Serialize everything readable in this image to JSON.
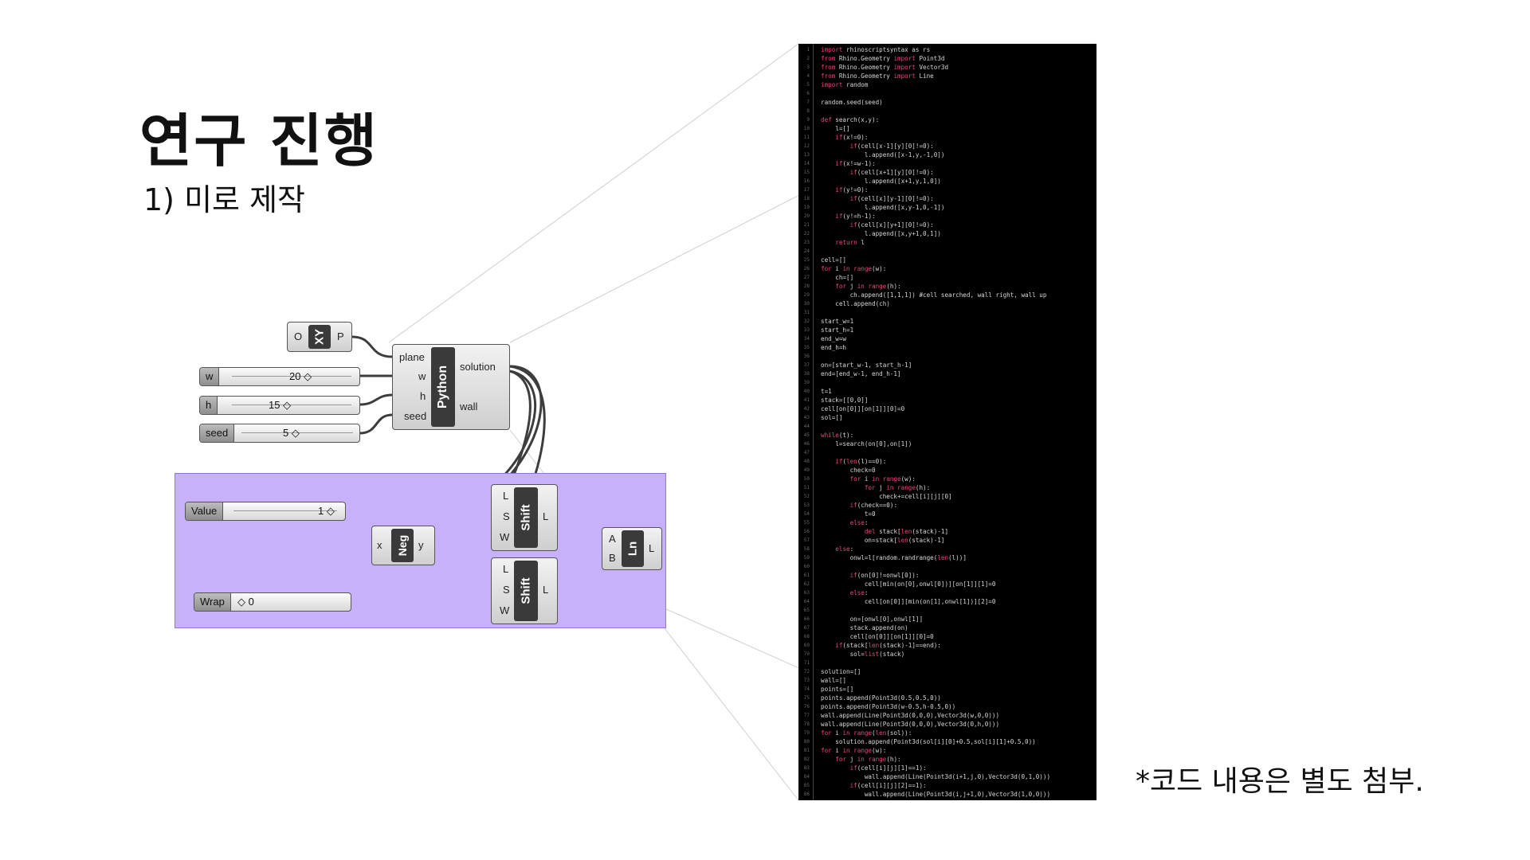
{
  "title": "연구 진행",
  "subtitle": "1) 미로 제작",
  "note": "*코드 내용은 별도 첨부.",
  "colors": {
    "group_fill": "#c6b1fa",
    "code_bg": "#000000",
    "keyword": "#e8467a",
    "code_text": "#d8d8d8"
  },
  "components": {
    "xy_plane": {
      "core": "XY",
      "input": "O",
      "output": "P"
    },
    "python": {
      "core": "Python",
      "inputs": [
        "plane",
        "w",
        "h",
        "seed"
      ],
      "outputs": [
        "solution",
        "wall"
      ]
    },
    "neg": {
      "core": "Neg",
      "input": "x",
      "output": "y"
    },
    "shift1": {
      "core": "Shift",
      "inputs": [
        "L",
        "S",
        "W"
      ],
      "output": "L"
    },
    "shift2": {
      "core": "Shift",
      "inputs": [
        "L",
        "S",
        "W"
      ],
      "output": "L"
    },
    "ln": {
      "core": "Ln",
      "inputs": [
        "A",
        "B"
      ],
      "output": "L"
    }
  },
  "sliders": {
    "w": {
      "label": "w",
      "value": "20 ◇"
    },
    "h": {
      "label": "h",
      "value": "15 ◇"
    },
    "seed": {
      "label": "seed",
      "value": "5 ◇"
    },
    "value": {
      "label": "Value",
      "value": "1 ◇"
    },
    "wrap": {
      "label": "Wrap",
      "value": "◇ 0"
    }
  },
  "code_lines": [
    "import rhinoscriptsyntax as rs",
    "from Rhino.Geometry import Point3d",
    "from Rhino.Geometry import Vector3d",
    "from Rhino.Geometry import Line",
    "import random",
    "",
    "random.seed(seed)",
    "",
    "def search(x,y):",
    "    l=[]",
    "    if(x!=0):",
    "        if(cell[x-1][y][0]!=0):",
    "            l.append([x-1,y,-1,0])",
    "    if(x!=w-1):",
    "        if(cell[x+1][y][0]!=0):",
    "            l.append([x+1,y,1,0])",
    "    if(y!=0):",
    "        if(cell[x][y-1][0]!=0):",
    "            l.append([x,y-1,0,-1])",
    "    if(y!=h-1):",
    "        if(cell[x][y+1][0]!=0):",
    "            l.append([x,y+1,0,1])",
    "    return l",
    "",
    "cell=[]",
    "for i in range(w):",
    "    ch=[]",
    "    for j in range(h):",
    "        ch.append([1,1,1]) #cell searched, wall right, wall up",
    "    cell.append(ch)",
    "",
    "start_w=1",
    "start_h=1",
    "end_w=w",
    "end_h=h",
    "",
    "on=[start_w-1, start_h-1]",
    "end=[end_w-1, end_h-1]",
    "",
    "t=1",
    "stack=[[0,0]]",
    "cell[on[0]][on[1]][0]=0",
    "sol=[]",
    "",
    "while(t):",
    "    l=search(on[0],on[1])",
    "",
    "    if(len(l)==0):",
    "        check=0",
    "        for i in range(w):",
    "            for j in range(h):",
    "                check+=cell[i][j][0]",
    "        if(check==0):",
    "            t=0",
    "        else:",
    "            del stack[len(stack)-1]",
    "            on=stack[len(stack)-1]",
    "    else:",
    "        onwl=l[random.randrange(len(l))]",
    "",
    "        if(on[0]!=onwl[0]):",
    "            cell[min(on[0],onwl[0])][on[1]][1]=0",
    "        else:",
    "            cell[on[0]][min(on[1],onwl[1])][2]=0",
    "",
    "        on=[onwl[0],onwl[1]]",
    "        stack.append(on)",
    "        cell[on[0]][on[1]][0]=0",
    "    if(stack[len(stack)-1]==end):",
    "        sol=list(stack)",
    "",
    "solution=[]",
    "wall=[]",
    "points=[]",
    "points.append(Point3d(0.5,0.5,0))",
    "points.append(Point3d(w-0.5,h-0.5,0))",
    "wall.append(Line(Point3d(0,0,0),Vector3d(w,0,0)))",
    "wall.append(Line(Point3d(0,0,0),Vector3d(0,h,0)))",
    "for i in range(len(sol)):",
    "    solution.append(Point3d(sol[i][0]+0.5,sol[i][1]+0.5,0))",
    "for i in range(w):",
    "    for j in range(h):",
    "        if(cell[i][j][1]==1):",
    "            wall.append(Line(Point3d(i+1,j,0),Vector3d(0,1,0)))",
    "        if(cell[i][j][2]==1):",
    "            wall.append(Line(Point3d(i,j+1,0),Vector3d(1,0,0)))"
  ]
}
